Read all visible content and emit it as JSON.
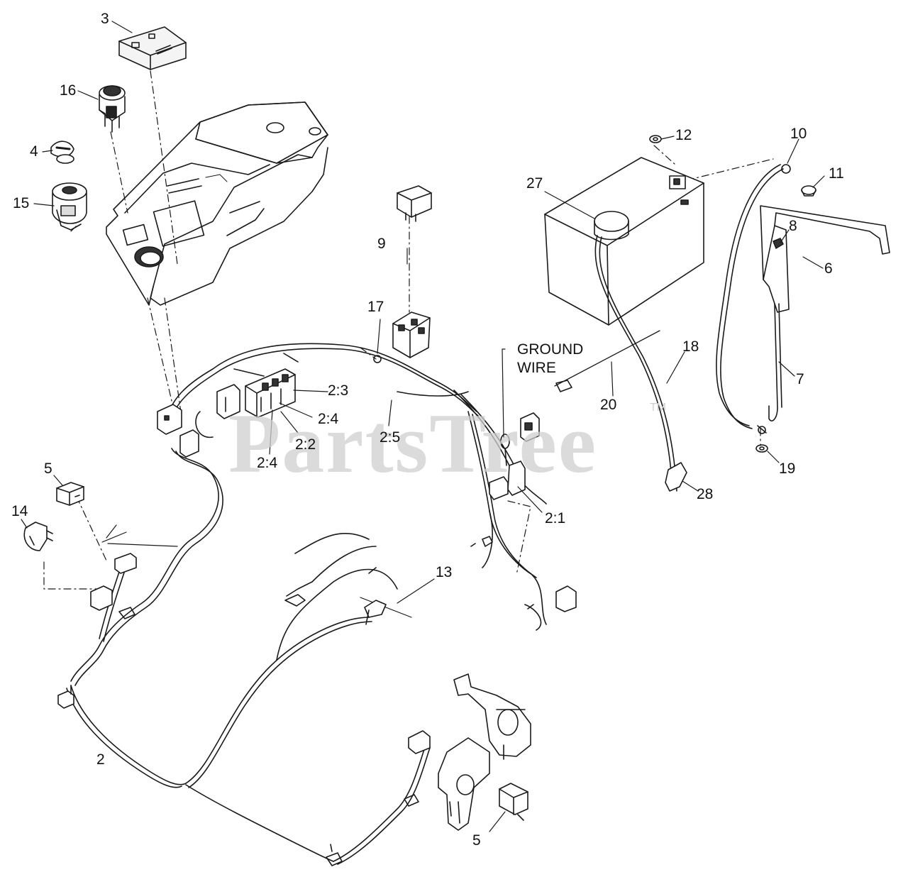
{
  "watermark": {
    "text": "PartsTree",
    "tm": "TM"
  },
  "ground_wire": {
    "line1": "GROUND",
    "line2": "WIRE"
  },
  "callouts": {
    "c3": "3",
    "c16": "16",
    "c4": "4",
    "c15": "15",
    "c9": "9",
    "c17": "17",
    "c12": "12",
    "c10": "10",
    "c11": "11",
    "c27": "27",
    "c8": "8",
    "c6": "6",
    "c18": "18",
    "c7": "7",
    "c20": "20",
    "c19": "19",
    "c28": "28",
    "c2_3": "2:3",
    "c2_4a": "2:4",
    "c2_2": "2:2",
    "c2_4b": "2:4",
    "c2_5": "2:5",
    "c2_1": "2:1",
    "c5a": "5",
    "c14": "14",
    "c13": "13",
    "c2": "2",
    "c5b": "5"
  }
}
